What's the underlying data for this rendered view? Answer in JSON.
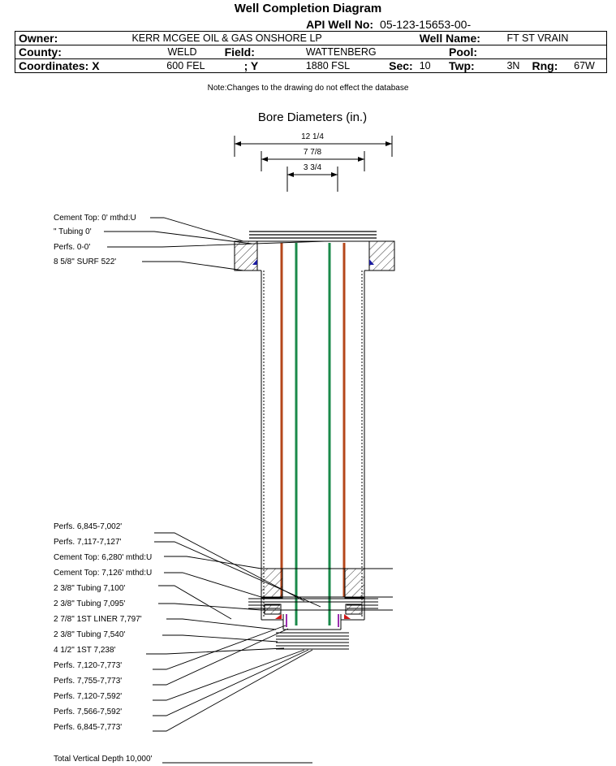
{
  "title": "Well Completion Diagram",
  "header": {
    "api_label": "API Well No:",
    "api_value": "05-123-15653-00-",
    "owner_label": "Owner:",
    "owner_value": "KERR MCGEE OIL & GAS ONSHORE LP",
    "well_name_label": "Well Name:",
    "well_name_value": "FT ST VRAIN",
    "county_label": "County:",
    "county_value": "WELD",
    "field_label": "Field:",
    "field_value": "WATTENBERG",
    "pool_label": "Pool:",
    "pool_value": "",
    "coord_x_label": "Coordinates: X",
    "coord_x_value": "600 FEL",
    "coord_y_label": "; Y",
    "coord_y_value": "1880 FSL",
    "sec_label": "Sec:",
    "sec_value": "10",
    "twp_label": "Twp:",
    "twp_value": "3N",
    "rng_label": "Rng:",
    "rng_value": "67W"
  },
  "note": "Note:Changes to the drawing do not effect the database",
  "bore": {
    "title": "Bore Diameters (in.)",
    "d1": "12 1/4",
    "d2": "7 7/8",
    "d3": "3 3/4"
  },
  "colors": {
    "tubing_outer": "#b5471b",
    "tubing_inner": "#1a8a4a",
    "cement_marker": "#1a1aa0",
    "liner_marker": "#d01818",
    "perf_marker": "#9a2fb0"
  },
  "top_labels": [
    "Cement Top: 0' mthd:U",
    "\" Tubing 0'",
    "Perfs. 0-0'",
    "8 5/8\" SURF     522'"
  ],
  "bottom_labels": [
    "Perfs. 6,845-7,002'",
    "Perfs. 7,117-7,127'",
    "Cement Top: 6,280' mthd:U",
    "Cement Top: 7,126' mthd:U",
    "2 3/8\" Tubing 7,100'",
    "2 3/8\" Tubing 7,095'",
    "2 7/8\" 1ST LINER  7,797'",
    "2 3/8\" Tubing 7,540'",
    "4 1/2\" 1ST       7,238'",
    "Perfs. 7,120-7,773'",
    "Perfs. 7,755-7,773'",
    "Perfs. 7,120-7,592'",
    "Perfs. 7,566-7,592'",
    "Perfs. 6,845-7,773'"
  ],
  "tvd_label": "Total Vertical Depth 10,000'"
}
